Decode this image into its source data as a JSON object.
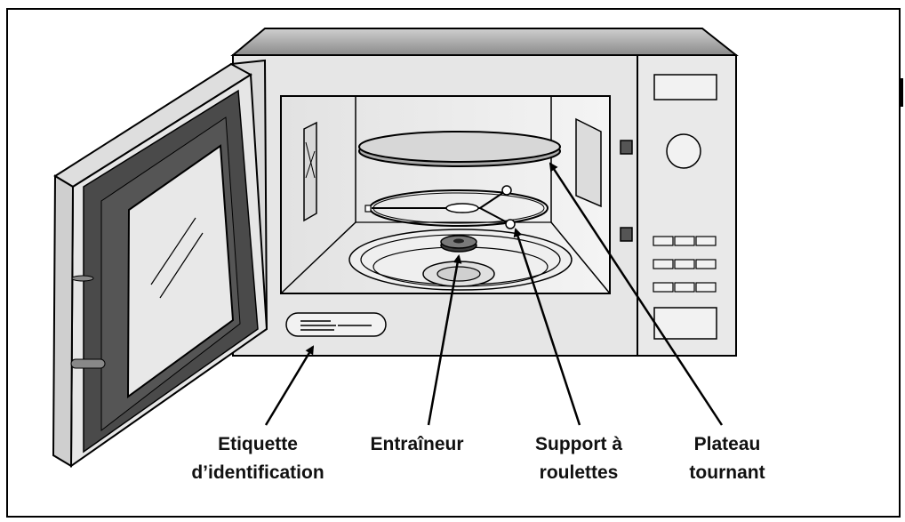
{
  "labels": {
    "etiquette_line1": "Etiquette",
    "etiquette_line2": "d’identification",
    "entraineur": "Entraîneur",
    "support_line1": "Support à",
    "support_line2": "roulettes",
    "plateau_line1": "Plateau",
    "plateau_line2": "tournant"
  }
}
